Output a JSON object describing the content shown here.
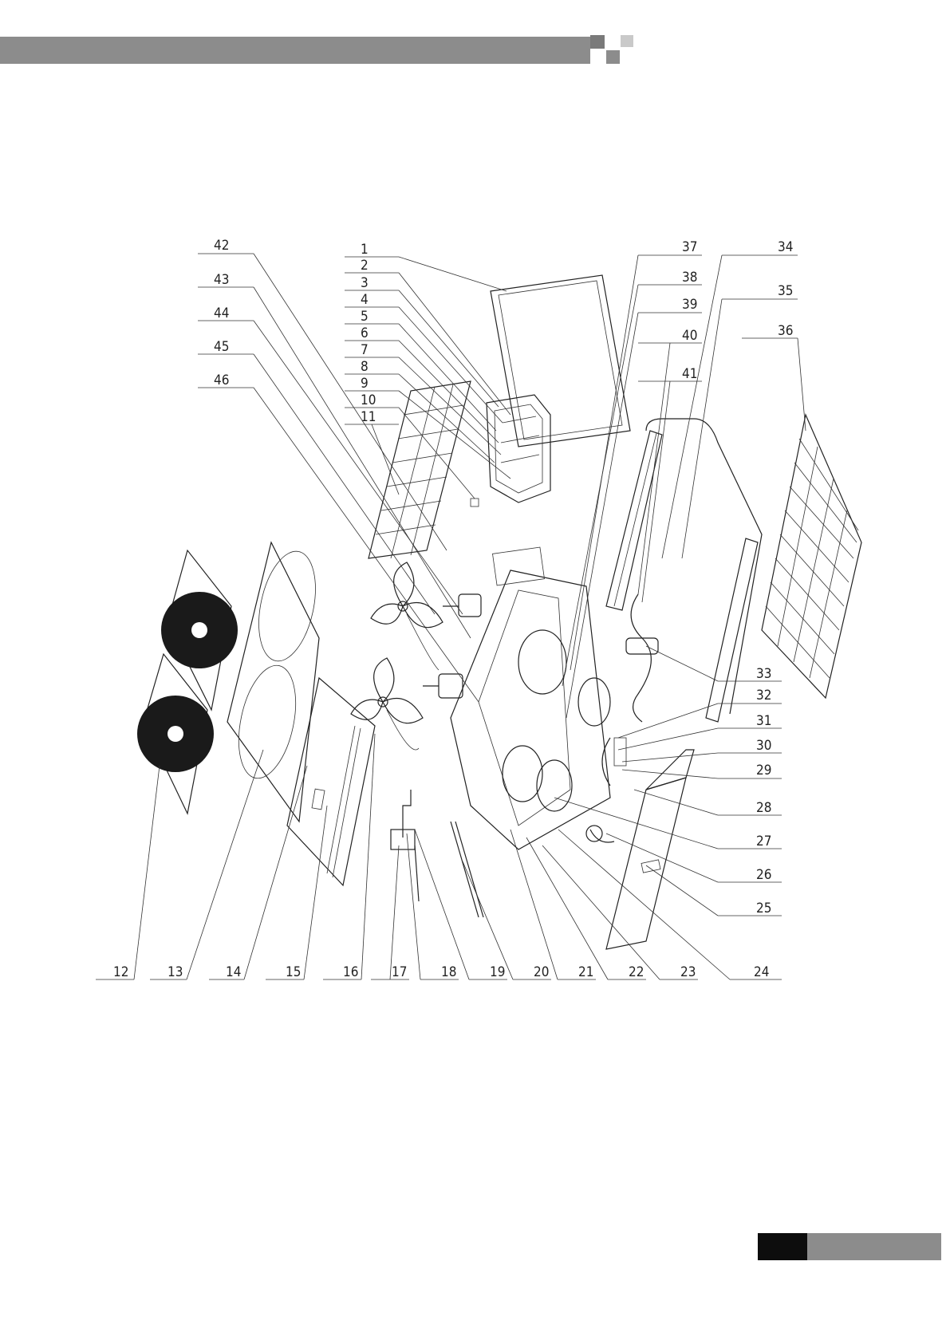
{
  "colors": {
    "header_bar": "#8c8c8c",
    "header_square_dark": "#7a7a7a",
    "header_square_light": "#c9c9c9",
    "footer_black": "#0d0d0d",
    "footer_gray": "#8c8c8c",
    "ink": "#222222"
  },
  "callouts": {
    "top_left": [
      "42",
      "43",
      "44",
      "45",
      "46"
    ],
    "top_middle": [
      "1",
      "2",
      "3",
      "4",
      "5",
      "6",
      "7",
      "8",
      "9",
      "10",
      "11"
    ],
    "top_right_a": [
      "37",
      "38",
      "39",
      "40",
      "41"
    ],
    "top_right_b": [
      "34",
      "35",
      "36"
    ],
    "right": [
      "33",
      "32",
      "31",
      "30",
      "29",
      "28",
      "27",
      "26",
      "25"
    ],
    "bottom": [
      "12",
      "13",
      "14",
      "15",
      "16",
      "17",
      "18",
      "19",
      "20",
      "21",
      "22",
      "23",
      "24"
    ]
  }
}
